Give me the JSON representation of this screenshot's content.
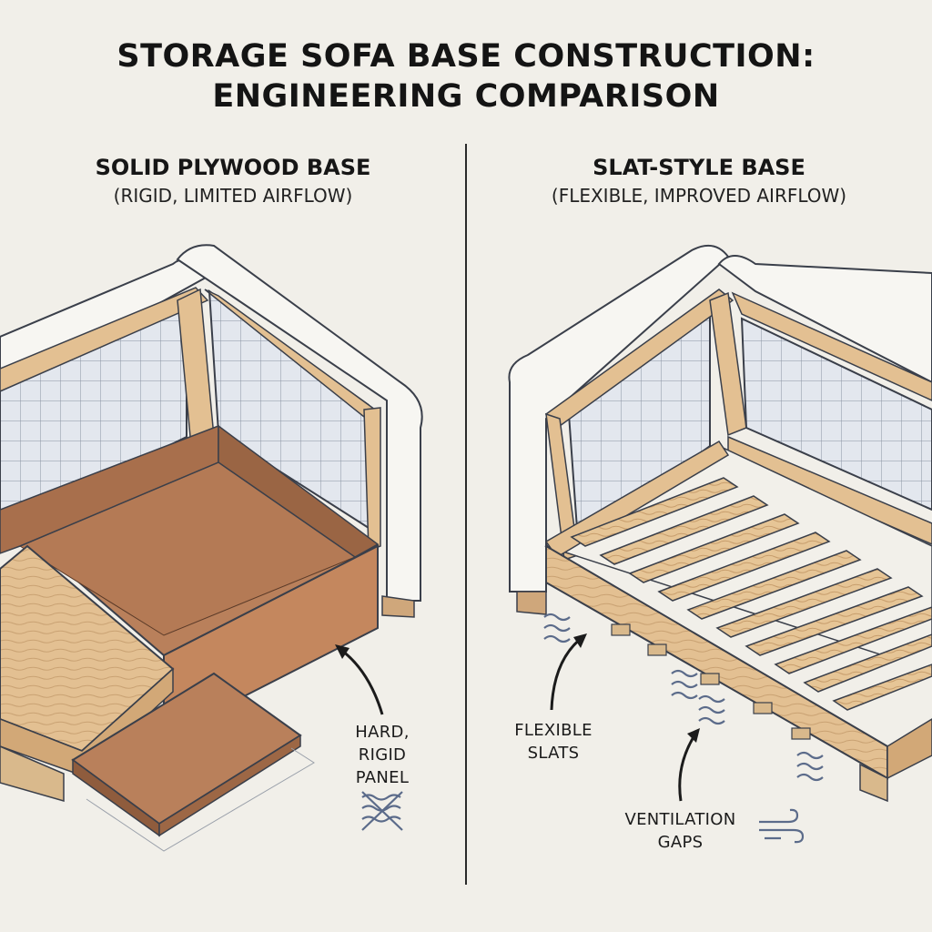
{
  "title": {
    "line1": "STORAGE SOFA BASE CONSTRUCTION:",
    "line2": "ENGINEERING COMPARISON"
  },
  "left": {
    "heading": "SOLID PLYWOOD BASE",
    "subheading": "(RIGID, LIMITED AIRFLOW)",
    "callout": {
      "line1": "HARD,",
      "line2": "RIGID",
      "line3": "PANEL"
    },
    "icon": "no-airflow-icon"
  },
  "right": {
    "heading": "SLAT-STYLE BASE",
    "subheading": "(FLEXIBLE, IMPROVED AIRFLOW)",
    "callout_slats": {
      "line1": "FLEXIBLE",
      "line2": "SLATS"
    },
    "callout_gaps": {
      "line1": "VENTILATION",
      "line2": "GAPS"
    },
    "icon": "airflow-wind-icon"
  },
  "colors": {
    "background": "#f1efe9",
    "plywood": "#b9805b",
    "wood": "#e3c092",
    "upholstery": "#f7f6f2",
    "outline": "#3a3f4a",
    "mesh": "#dfe4ec"
  }
}
